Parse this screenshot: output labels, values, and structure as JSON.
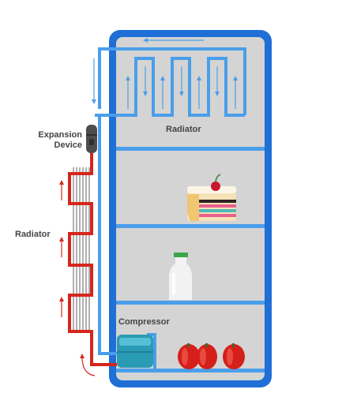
{
  "labels": {
    "top_radiator": "Radiator",
    "expansion_line1": "Expansion",
    "expansion_line2": "Device",
    "side_radiator": "Radiator",
    "compressor": "Compressor"
  },
  "colors": {
    "frame": "#1f6fd6",
    "interior": "#d4d4d4",
    "cold_pipe": "#4a9eea",
    "hot_pipe": "#d6261b",
    "fins": "#8f8f8f",
    "device": "#4d4d4d",
    "compressor": "#2a9bb5",
    "label_text": "#444444"
  },
  "icons": [
    "expansion-device-icon",
    "compressor-icon",
    "cake-icon",
    "milk-bottle-icon",
    "bell-pepper-icon"
  ]
}
